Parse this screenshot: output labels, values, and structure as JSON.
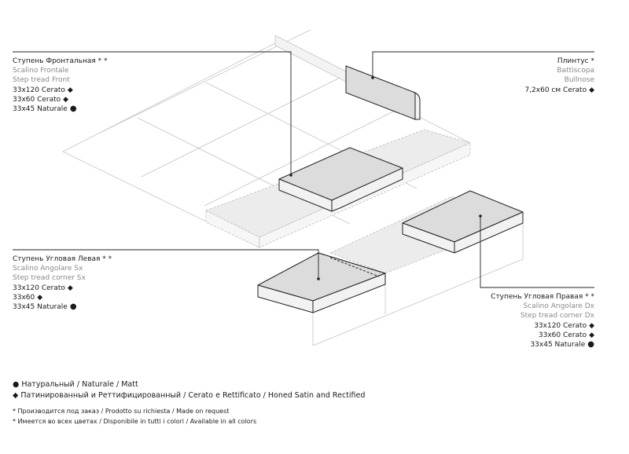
{
  "labels": {
    "front": {
      "title": "Ступень Фронтальная * *",
      "it": "Scalino Frontale",
      "en": "Step tread Front",
      "sizes": [
        "33x120 Cerato",
        "33x60 Cerato",
        "33x45 Naturale"
      ],
      "markers": [
        "◆",
        "◆",
        "●"
      ]
    },
    "bullnose": {
      "title": "Плинтус *",
      "it": "Battiscopa",
      "en": "Bullnose",
      "sizes": [
        "7,2x60 см Cerato"
      ],
      "markers": [
        "◆"
      ]
    },
    "left": {
      "title": "Ступень Угловая Левая * *",
      "it": "Scalino Angolare Sx",
      "en": "Step tread corner Sx",
      "sizes": [
        "33x120 Cerato",
        "33x60",
        "33x45 Naturale"
      ],
      "markers": [
        "◆",
        "◆",
        "●"
      ]
    },
    "right": {
      "title": "Ступень Угловая Правая * *",
      "it": "Scalino Angolare Dx",
      "en": "Step tread corner Dx",
      "sizes": [
        "33x120 Cerato",
        "33x60 Cerato",
        "33x45 Naturale"
      ],
      "markers": [
        "◆",
        "◆",
        "●"
      ]
    }
  },
  "legend": {
    "matt_marker": "●",
    "matt": "Натуральный / Naturale / Matt",
    "honed_marker": "◆",
    "honed": "Патинированный и Реттифицированный / Cerato e Rettificato / Honed Satin and Rectified"
  },
  "notes": {
    "request": "*  Производится под заказ / Prodotto su richiesta / Made on request",
    "colors": "*  Имеется во всех цветах / Disponibile in tutti i colori / Available in all colors"
  },
  "colors": {
    "tile_fill": "#dcdcdc",
    "tile_edge": "#f2f2f2",
    "ghost_fill": "#ececec",
    "line": "#222222",
    "ghost_line": "#bdbdbd"
  }
}
